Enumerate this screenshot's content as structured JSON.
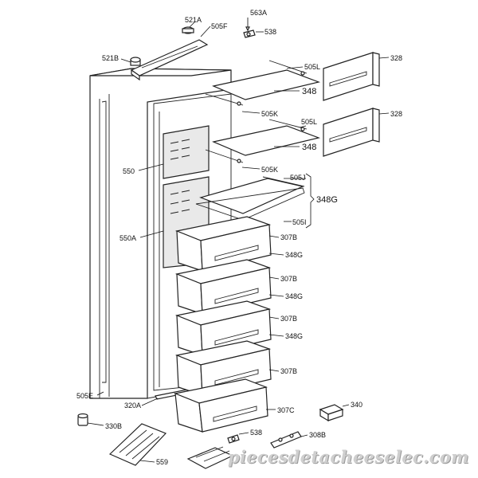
{
  "diagram": {
    "watermark": "piecesdetacheeselec.com",
    "labels": {
      "l521a": "521A",
      "l505f": "505F",
      "l563a": "563A",
      "l538top": "538",
      "l521b": "521B",
      "l505l1": "505L",
      "l328a": "328",
      "l348a": "348",
      "l505k1": "505K",
      "l505l2": "505L",
      "l328b": "328",
      "l348b": "348",
      "l550": "550",
      "l505k2": "505K",
      "l505j": "505J",
      "l348g1": "348G",
      "l505i": "505I",
      "l550a": "550A",
      "l307b1": "307B",
      "l348g2": "348G",
      "l307b2": "307B",
      "l348g3": "348G",
      "l307b3": "307B",
      "l348g4": "348G",
      "l307b4": "307B",
      "l505e": "505E",
      "l320a": "320A",
      "l340": "340",
      "l307c": "307C",
      "l330b": "330B",
      "l538bot": "538",
      "l308b": "308B",
      "l559": "559"
    }
  }
}
